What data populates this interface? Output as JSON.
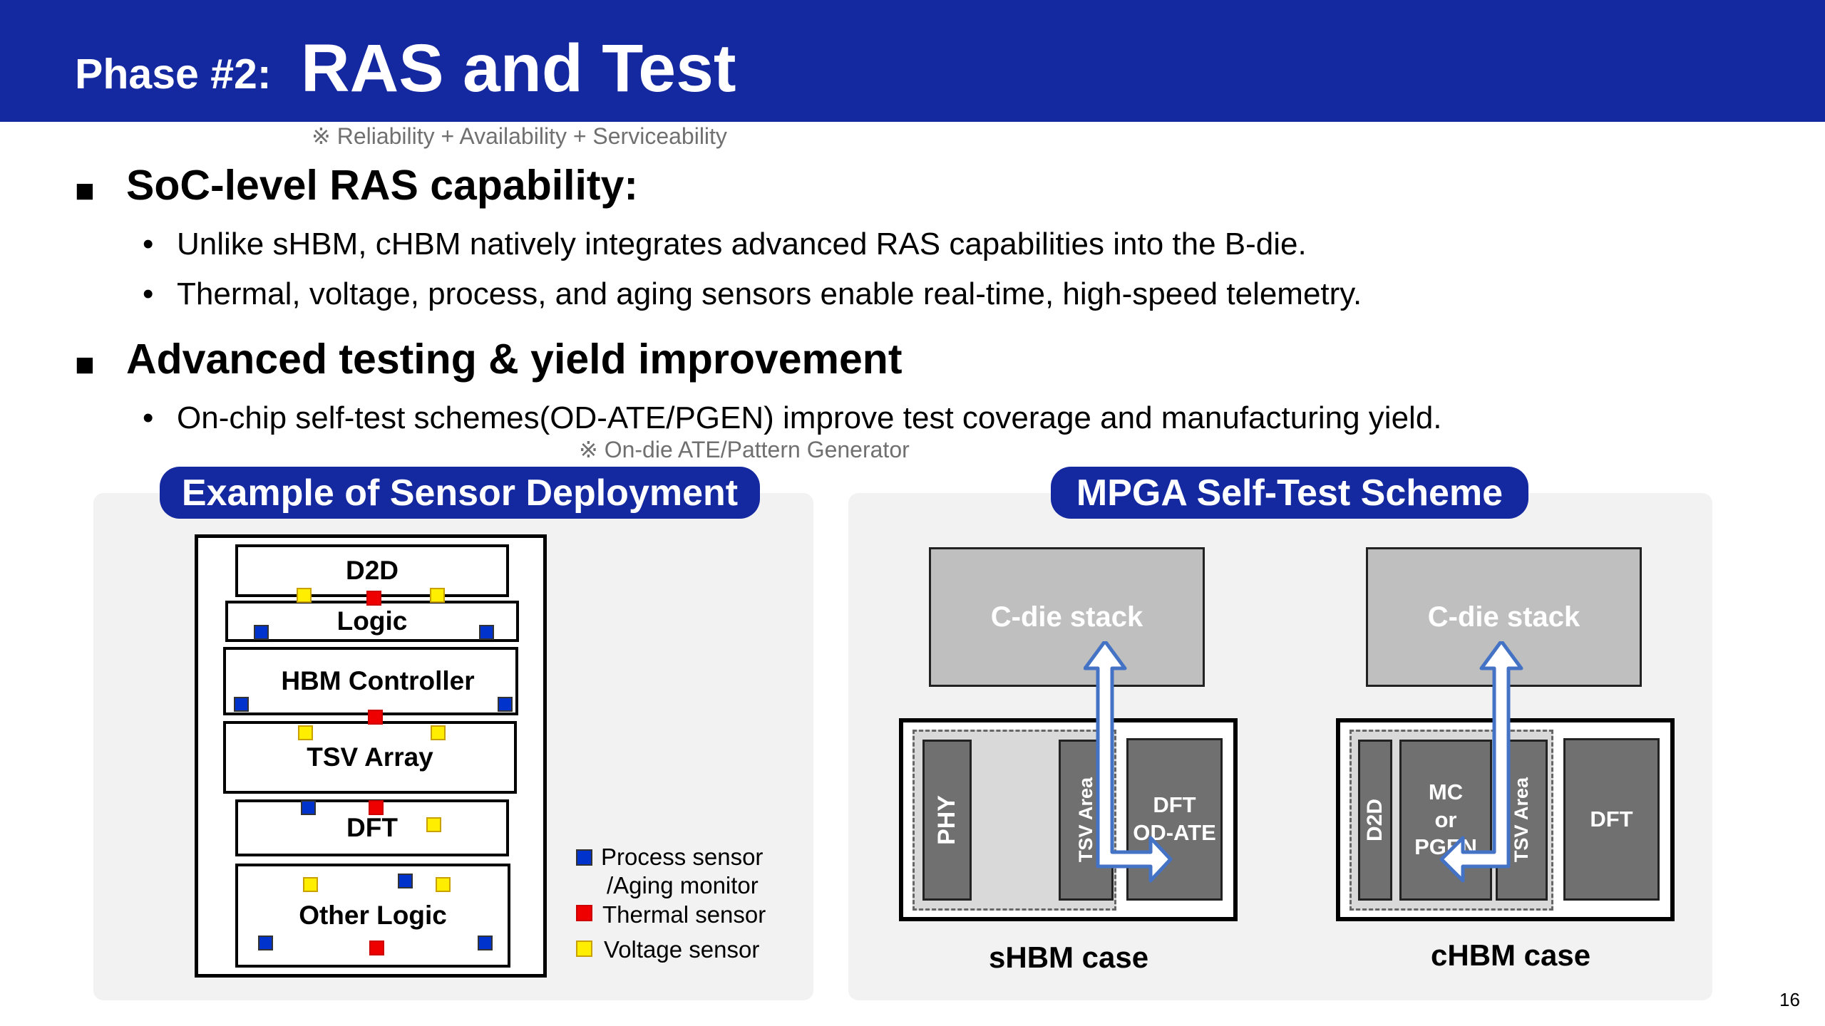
{
  "header": {
    "title_prefix": "Phase #2:",
    "title_main": "RAS and Test",
    "ras_note": "※ Reliability + Availability + Serviceability"
  },
  "sections": [
    {
      "marker": "■",
      "heading": "SoC-level RAS capability:",
      "bullets": [
        "Unlike sHBM, cHBM natively integrates advanced RAS capabilities into the B-die.",
        "Thermal, voltage, process, and aging sensors enable real-time, high-speed telemetry."
      ]
    },
    {
      "marker": "■",
      "heading": "Advanced testing & yield improvement",
      "bullets": [
        "On-chip self-test schemes(OD-ATE/PGEN) improve test coverage and manufacturing yield."
      ],
      "note": "※ On-die ATE/Pattern Generator"
    }
  ],
  "bullet_glyph": "•",
  "left_panel": {
    "title": "Example of Sensor Deployment",
    "blocks": [
      "D2D",
      "Logic",
      "HBM Controller",
      "TSV Array",
      "DFT",
      "Other Logic"
    ],
    "legend": [
      {
        "text": "Process sensor",
        "color": "#0033cc"
      },
      {
        "text": "/Aging monitor"
      },
      {
        "text": "Thermal sensor",
        "color": "#ee0000"
      },
      {
        "text": "Voltage sensor",
        "color": "#ffee00"
      }
    ]
  },
  "right_panel": {
    "title": "MPGA Self-Test Scheme",
    "shbm": {
      "cdie": "C-die stack",
      "phy": "PHY",
      "tsv": "TSV Area",
      "dft": "DFT\nOD-ATE",
      "caption": "sHBM case"
    },
    "chbm": {
      "cdie": "C-die stack",
      "d2d": "D2D",
      "mc": "MC\nor\nPGEN",
      "tsv": "TSV Area",
      "dft": "DFT",
      "caption": "cHBM case"
    }
  },
  "page_number": "16",
  "colors": {
    "brand_blue": "#1428a0",
    "process_sensor": "#0033cc",
    "thermal_sensor": "#ee0000",
    "voltage_sensor": "#ffee00",
    "arrow_fill": "#ffffff",
    "arrow_stroke": "#4472c4"
  }
}
